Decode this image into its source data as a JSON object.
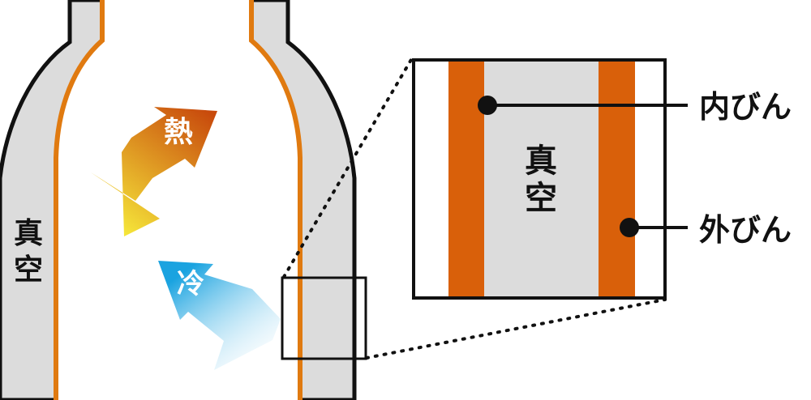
{
  "labels": {
    "heat": "熱",
    "cold": "冷",
    "vacuum_side": "真空",
    "vacuum_zoom": "真空",
    "inner_bottle": "内びん",
    "outer_bottle": "外びん"
  },
  "colors": {
    "background": "#ffffff",
    "vacuum_gray": "#dcdcdc",
    "wall_orange": "#d9600a",
    "inner_line": "#e07a10",
    "outline": "#111111",
    "heat_start": "#f6e83a",
    "heat_end": "#c84a0c",
    "cold_start": "#1aa3e0",
    "cold_end": "#ffffff"
  }
}
